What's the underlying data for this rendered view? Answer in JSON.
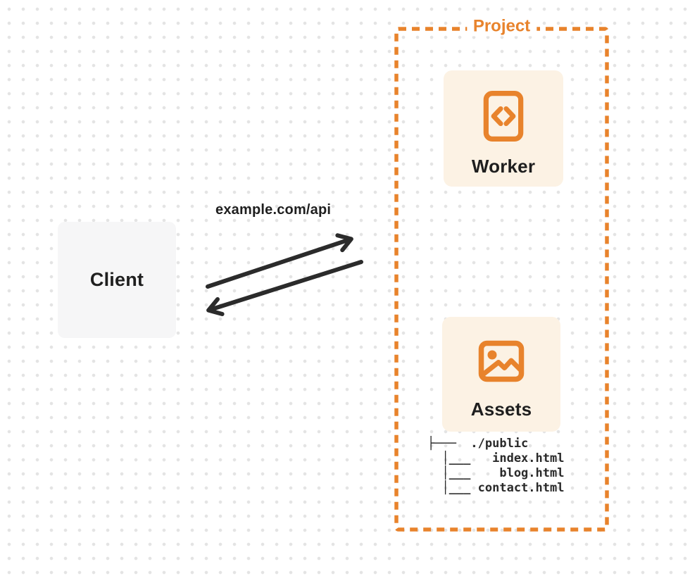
{
  "client": {
    "label": "Client"
  },
  "request": {
    "url_label": "example.com/api"
  },
  "project": {
    "label": "Project",
    "nodes": [
      {
        "id": "worker",
        "label": "Worker",
        "icon": "code-document-icon"
      },
      {
        "id": "assets",
        "label": "Assets",
        "icon": "image-icon"
      }
    ],
    "file_tree": {
      "root": "./public",
      "files": [
        "index.html",
        "blog.html",
        "contact.html"
      ],
      "tree_text": "├───  ./public\n  │___   index.html\n  │___    blog.html\n  │___ contact.html"
    }
  },
  "colors": {
    "accent_orange": "#e8832c",
    "card_background": "#fcf2e4",
    "client_background": "#f6f6f7",
    "arrow_dark": "#2b2b2b",
    "text_dark": "#1f1f1f",
    "dot_grid": "#e4e4e4"
  }
}
